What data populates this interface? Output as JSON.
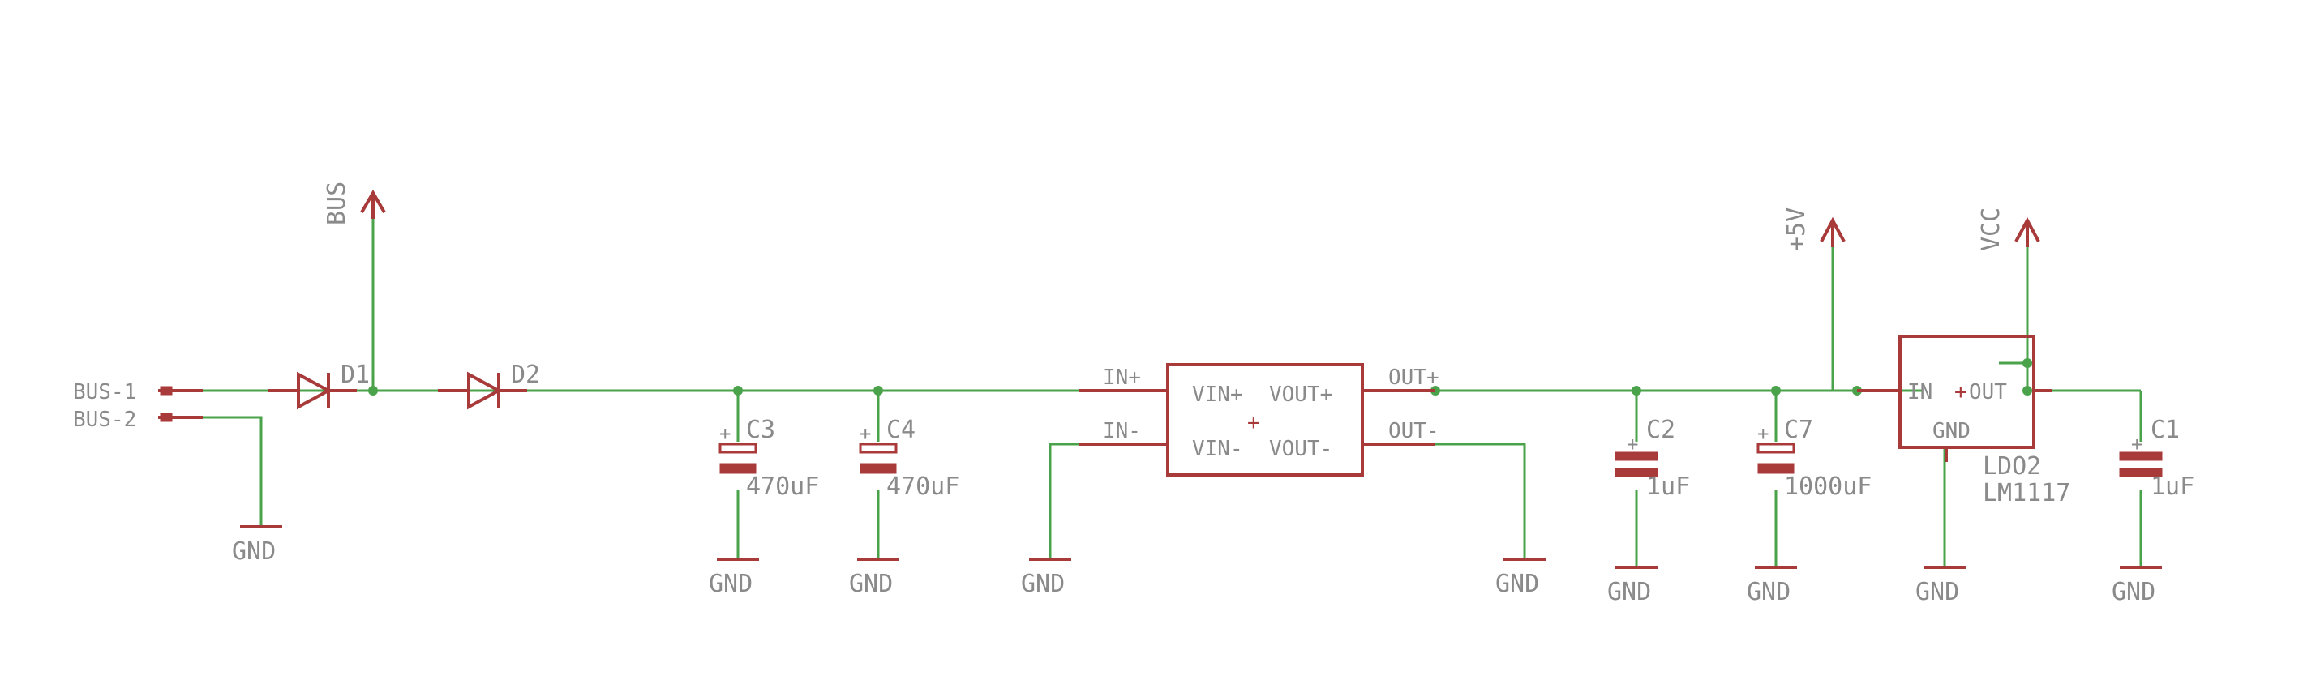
{
  "connector": {
    "pin1": "BUS-1",
    "pin2": "BUS-2"
  },
  "diodes": [
    {
      "ref": "D1"
    },
    {
      "ref": "D2"
    }
  ],
  "power_symbols": {
    "bus": "BUS",
    "plus5v": "+5V",
    "vcc": "VCC"
  },
  "capacitors": [
    {
      "ref": "C3",
      "value": "470uF",
      "polarized": true
    },
    {
      "ref": "C4",
      "value": "470uF",
      "polarized": true
    },
    {
      "ref": "C2",
      "value": "1uF",
      "polarized": false
    },
    {
      "ref": "C7",
      "value": "1000uF",
      "polarized": true
    },
    {
      "ref": "C1",
      "value": "1uF",
      "polarized": false
    }
  ],
  "converter": {
    "net_in_plus": "IN+",
    "net_in_minus": "IN-",
    "net_out_plus": "OUT+",
    "net_out_minus": "OUT-",
    "pin_vin_plus": "VIN+",
    "pin_vout_plus": "VOUT+",
    "pin_vin_minus": "VIN-",
    "pin_vout_minus": "VOUT-",
    "center_mark": "+"
  },
  "ldo": {
    "ref": "LDO2",
    "part": "LM1117",
    "pin_in": "IN",
    "pin_out": "OUT",
    "pin_gnd": "GND",
    "mark": "+"
  },
  "ground_label": "GND"
}
